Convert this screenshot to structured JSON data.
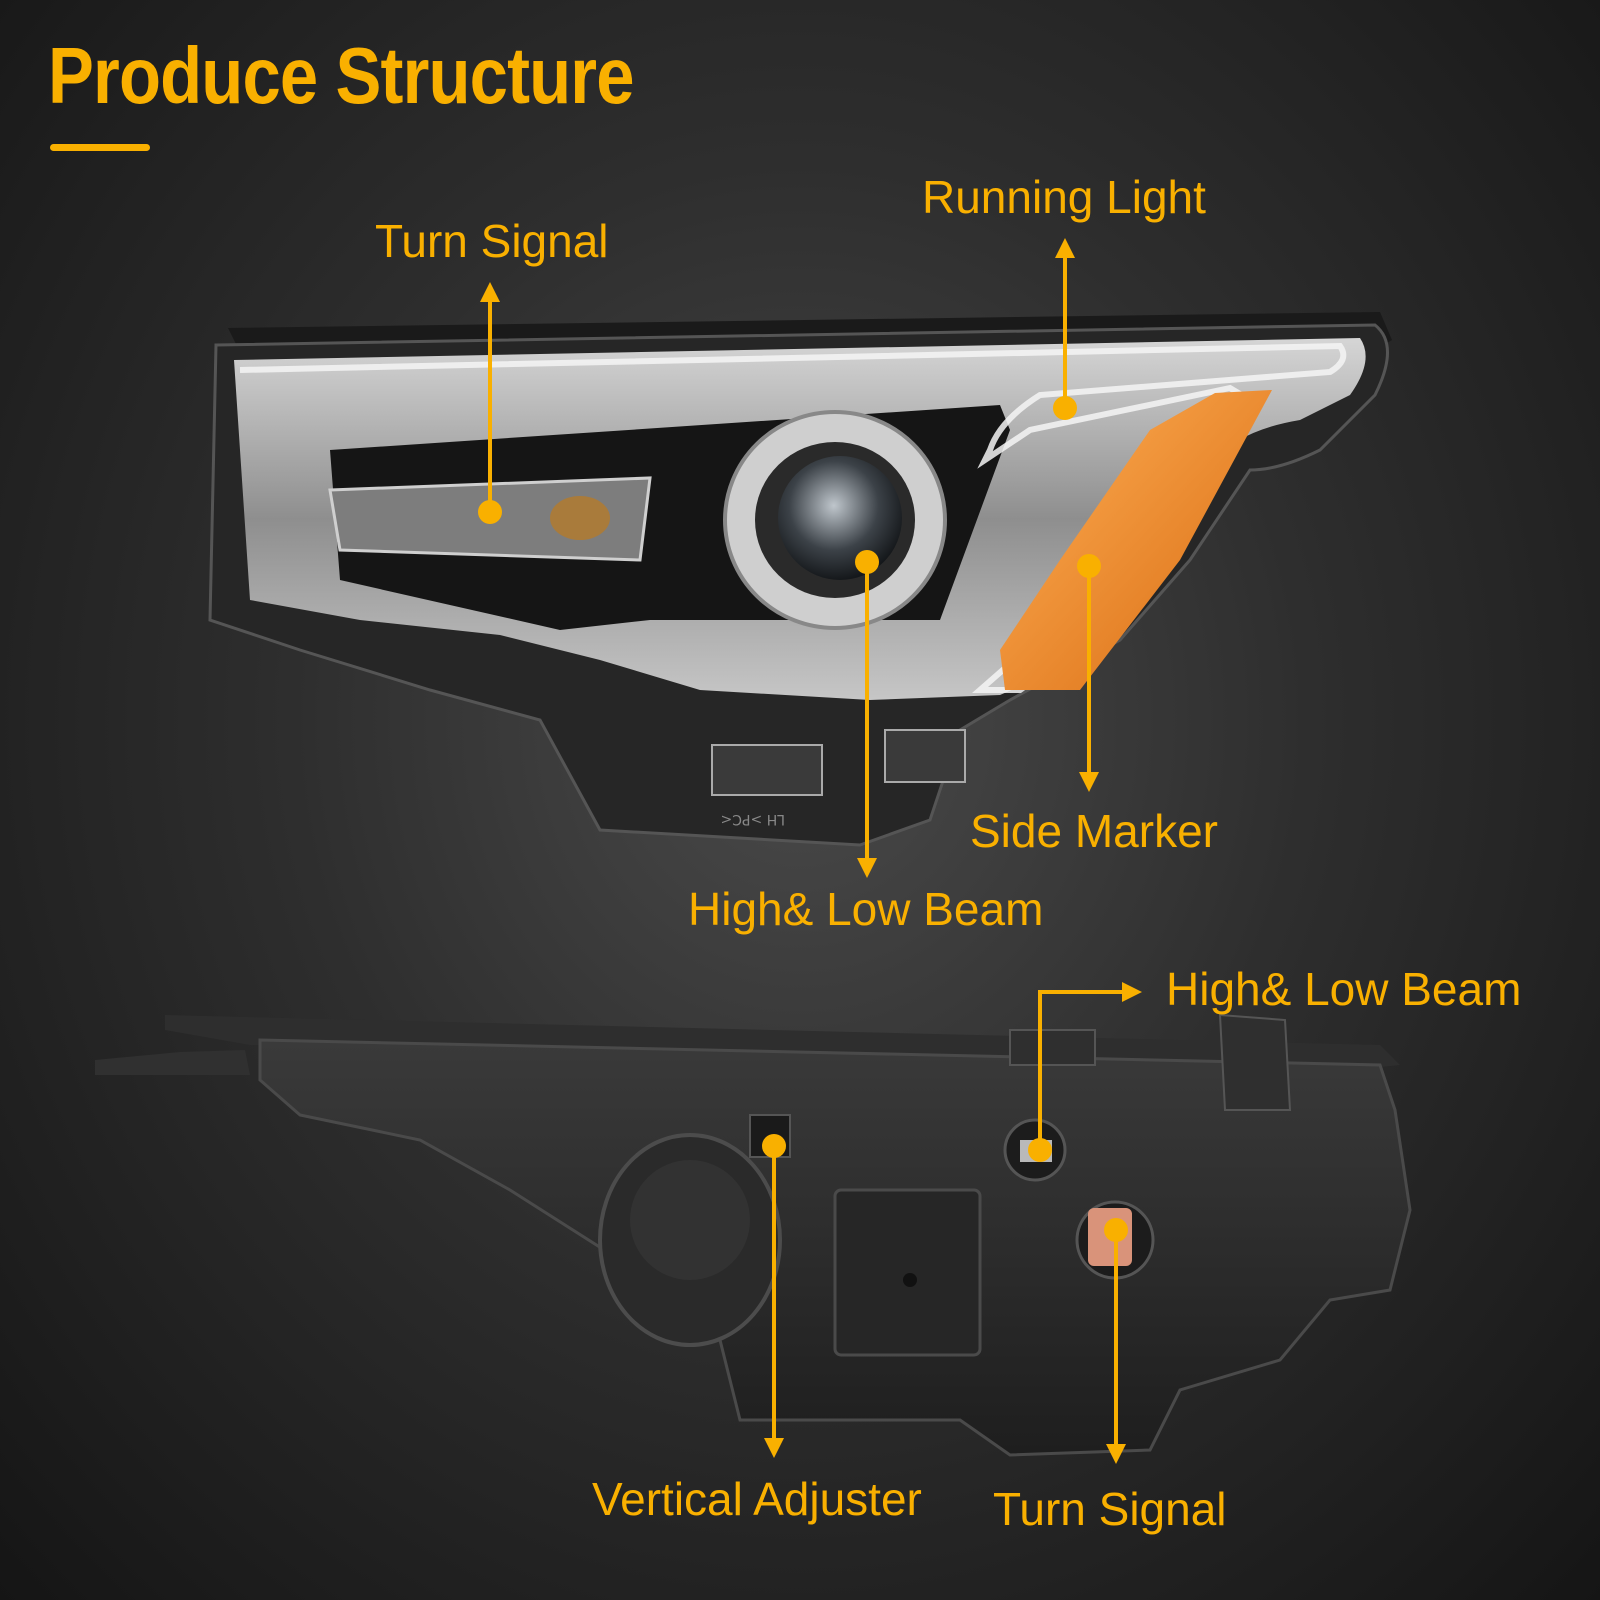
{
  "title": "Produce Structure",
  "accent_color": "#f9b000",
  "labels": {
    "front_turn_signal": "Turn Signal",
    "running_light": "Running Light",
    "side_marker": "Side Marker",
    "front_high_low_beam": "High& Low Beam",
    "rear_high_low_beam": "High& Low Beam",
    "vertical_adjuster": "Vertical Adjuster",
    "rear_turn_signal": "Turn Signal"
  }
}
